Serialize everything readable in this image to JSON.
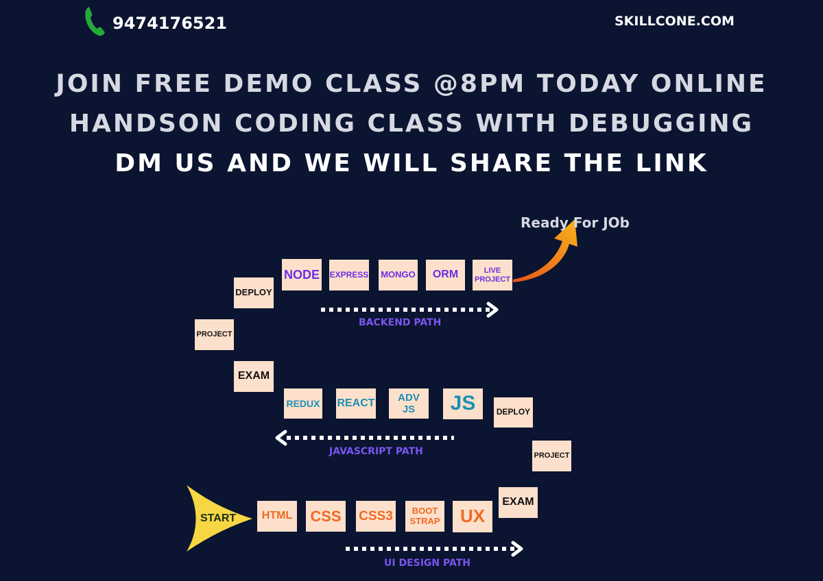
{
  "header": {
    "phone": "9474176521",
    "site": "SKILLCONE.COM",
    "phone_icon": "phone-icon",
    "headline_lines": [
      "JOiN FREE DEMO CLASS @8PM TODAY ONLiNE",
      "HANDSON CODiNG CLASS WiTH DEBUGGiNG",
      "DM US AND WE WiLL SHARE THE LiNK"
    ]
  },
  "roadmap": {
    "start": "START",
    "goal": "Ready For JOb",
    "ui_path": {
      "label": "UI DESIGN PATH",
      "steps": [
        "HTML",
        "CSS",
        "CSS3",
        "BOOT STRAP",
        "UX"
      ],
      "after": [
        "EXAM",
        "PROJECT",
        "DEPLOY"
      ]
    },
    "javascript_path": {
      "label": "JAVASCRIPT  PATH",
      "steps": [
        "JS",
        "ADV JS",
        "REACT",
        "REDUX"
      ],
      "after": [
        "EXAM",
        "PROJECT",
        "DEPLOY"
      ]
    },
    "backend_path": {
      "label": "BACKEND  PATH",
      "steps": [
        "NODE",
        "EXPRESS",
        "MONGO",
        "ORM",
        "LIVE PROJECT"
      ]
    }
  },
  "colors": {
    "background": "#0b1430",
    "box": "#fde0cb",
    "backend_text": "#6c2ee6",
    "javascript_text": "#1c8fb1",
    "ui_text": "#ef6a23",
    "path_label": "#7a55f0",
    "start_shape": "#f6d743",
    "goal_arrow": "#f58a1f"
  }
}
